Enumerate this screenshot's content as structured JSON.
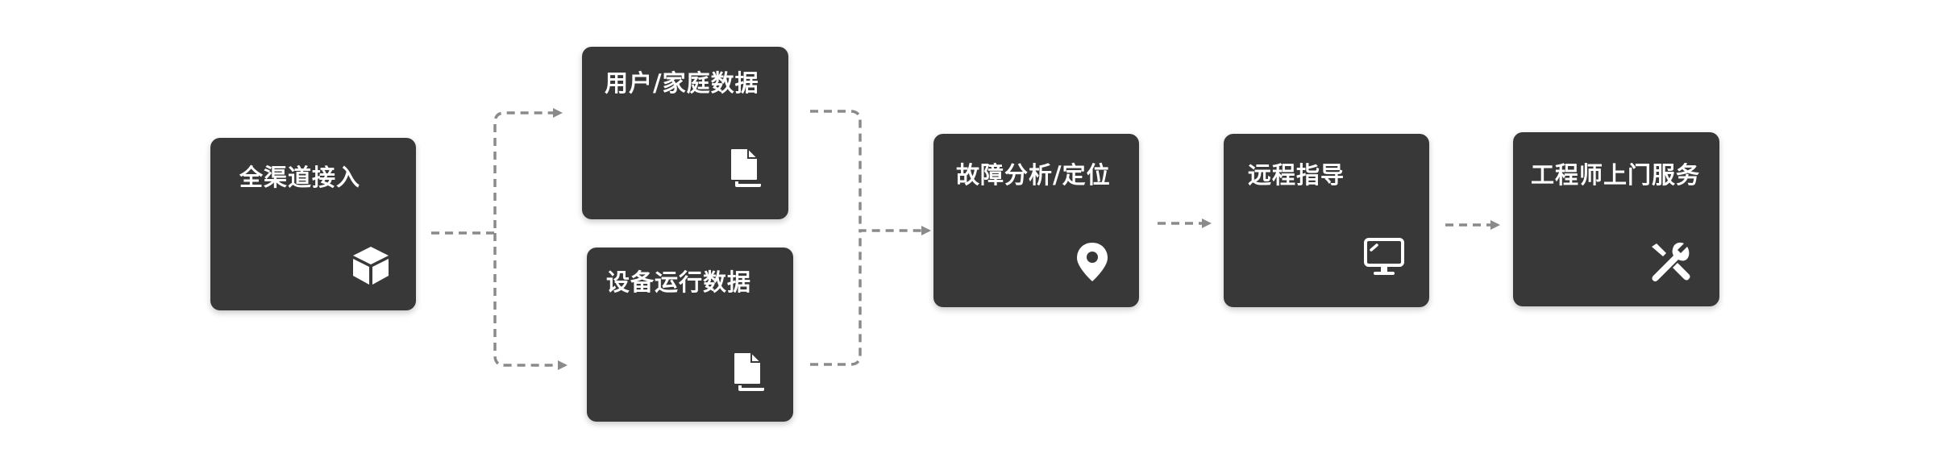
{
  "diagram": {
    "nodes": [
      {
        "id": "channel",
        "label": "全渠道接入",
        "icon": "cube-icon"
      },
      {
        "id": "user",
        "label": "用户/家庭数据",
        "icon": "document-icon"
      },
      {
        "id": "device",
        "label": "设备运行数据",
        "icon": "document-icon"
      },
      {
        "id": "fault",
        "label": "故障分析/定位",
        "icon": "map-pin-icon"
      },
      {
        "id": "remote",
        "label": "远程指导",
        "icon": "monitor-icon"
      },
      {
        "id": "engineer",
        "label": "工程师上门服务",
        "icon": "wrench-icon"
      }
    ],
    "edges": [
      {
        "from": "channel",
        "to": "user"
      },
      {
        "from": "channel",
        "to": "device"
      },
      {
        "from": "user",
        "to": "fault"
      },
      {
        "from": "device",
        "to": "fault"
      },
      {
        "from": "fault",
        "to": "remote"
      },
      {
        "from": "remote",
        "to": "engineer"
      }
    ],
    "colors": {
      "node_fill": "#383838",
      "node_text": "#ffffff",
      "connector": "#8a8a8a"
    }
  }
}
